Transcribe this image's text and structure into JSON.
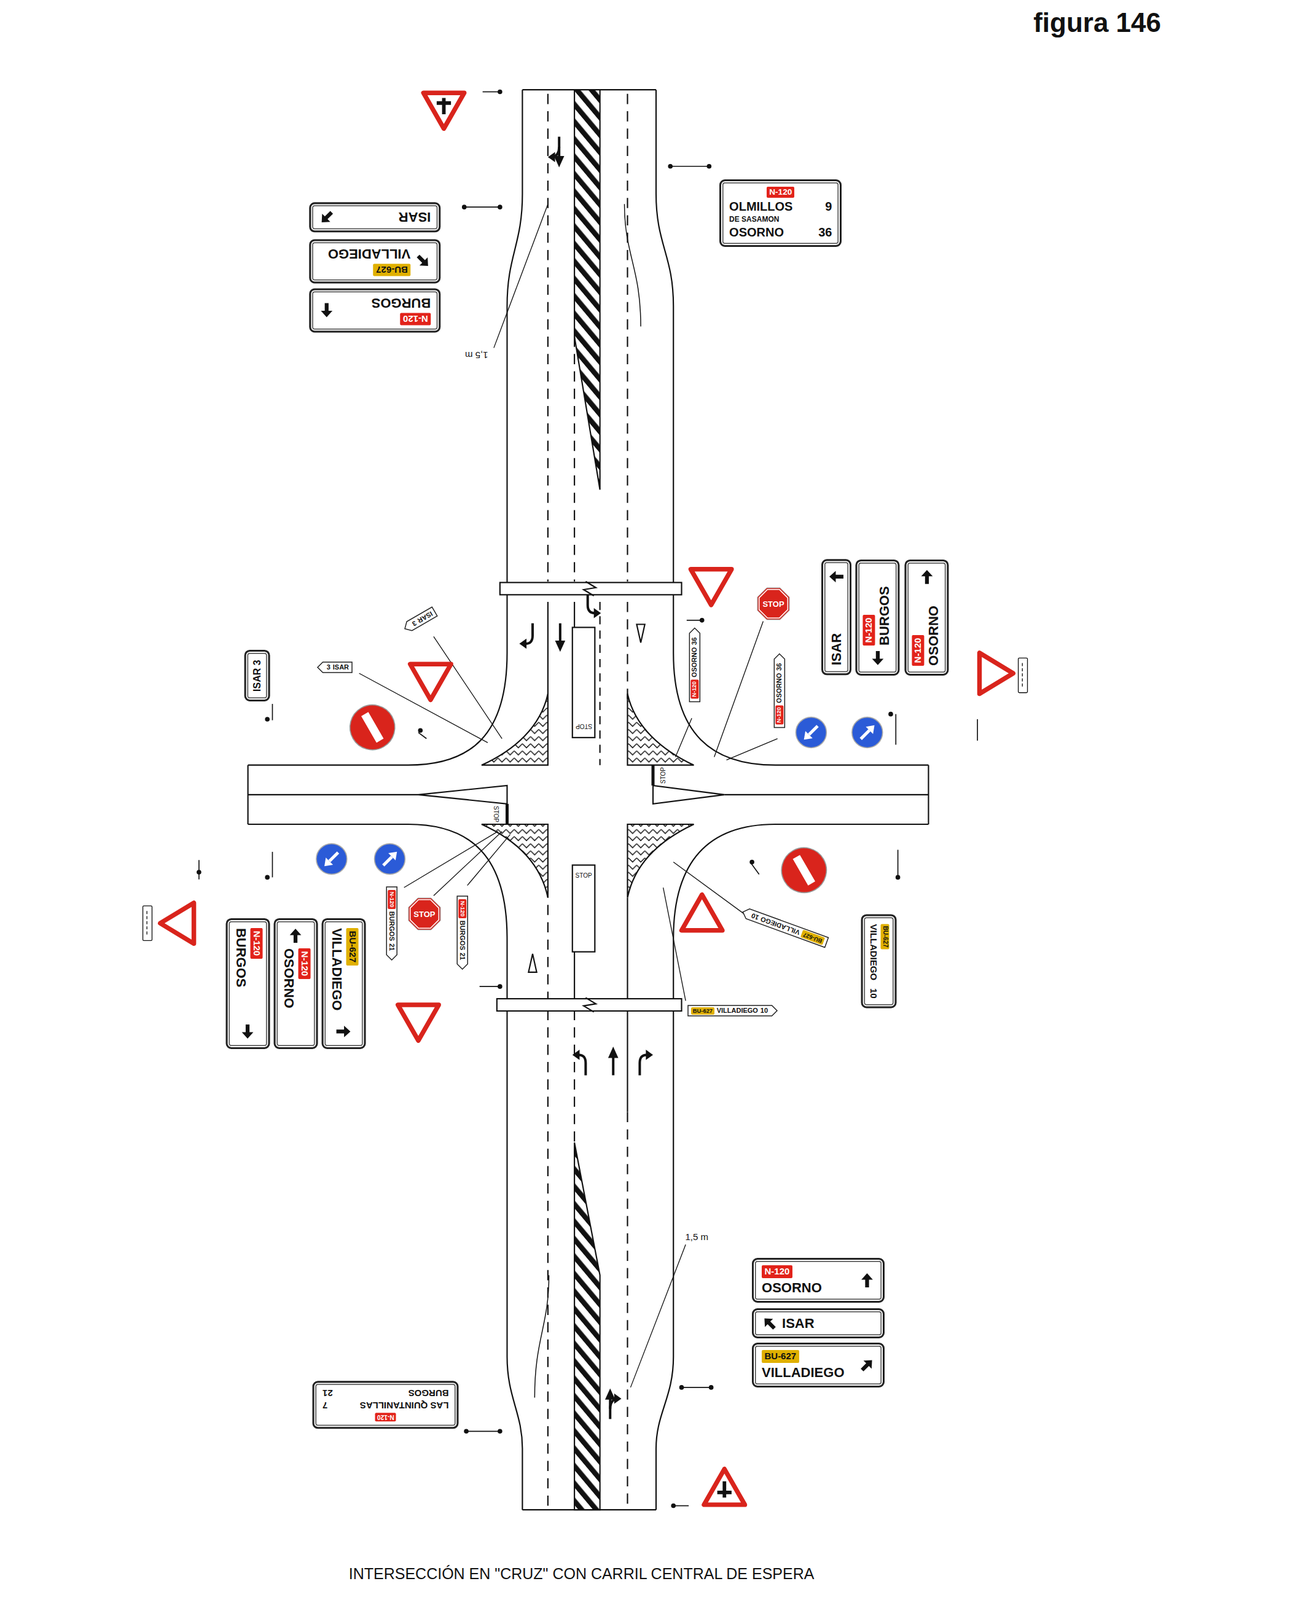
{
  "diagram": {
    "title": "figura 146",
    "caption": "INTERSECCIÓN EN \"CRUZ\" CON CARRIL CENTRAL DE ESPERA",
    "nodes": [
      {
        "text": [
          "ISAR"
        ]
      },
      {
        "text": [
          "BU-627",
          "VILLADIEGO"
        ]
      },
      {
        "text": [
          "N-120",
          "BURGOS"
        ]
      },
      {
        "text": [
          "N-120",
          "OLMILLOS",
          "9",
          "DE SASAMON",
          "OSORNO",
          "36"
        ]
      },
      {
        "text": [
          "ISAR"
        ]
      },
      {
        "text": [
          "N-120",
          "BURGOS"
        ]
      },
      {
        "text": [
          "N-120",
          "OSORNO"
        ]
      },
      {
        "text": [
          "STOP"
        ]
      },
      {
        "text": [
          "ISAR",
          "3"
        ]
      },
      {
        "text": [
          "N-120",
          "OSORNO",
          "36"
        ]
      },
      {
        "text": [
          "ISAR 3"
        ]
      },
      {
        "text": [
          "3",
          "ISAR"
        ]
      },
      {
        "text": [
          "N-120",
          "OSORNO",
          "36"
        ]
      },
      {
        "text": [
          "N-120",
          "BURGOS",
          "21"
        ]
      },
      {
        "text": [
          "STOP"
        ]
      },
      {
        "text": [
          "N-120",
          "BURGOS",
          "21"
        ]
      },
      {
        "text": [
          "BU-627",
          "VILLADIEGO",
          "10"
        ]
      },
      {
        "text": [
          "BU-627",
          "VILLADIEGO",
          "10"
        ]
      },
      {
        "text": [
          "N-120",
          "BURGOS"
        ]
      },
      {
        "text": [
          "N-120",
          "OSORNO"
        ]
      },
      {
        "text": [
          "BU-627",
          "VILLADIEGO"
        ]
      },
      {
        "text": [
          "BU-627",
          "VILLADIEGO",
          "10"
        ]
      },
      {
        "text": [
          "N-120",
          "OSORNO"
        ]
      },
      {
        "text": [
          "ISAR"
        ]
      },
      {
        "text": [
          "BU-627",
          "VILLADIEGO"
        ]
      },
      {
        "text": [
          "N-120",
          "LAS QUINTANILLAS",
          "7",
          "BURGOS",
          "21"
        ]
      }
    ],
    "labels": [
      "1,5 m",
      "STOP",
      "STOP",
      "STOP",
      "STOP",
      "1,5 m"
    ]
  }
}
